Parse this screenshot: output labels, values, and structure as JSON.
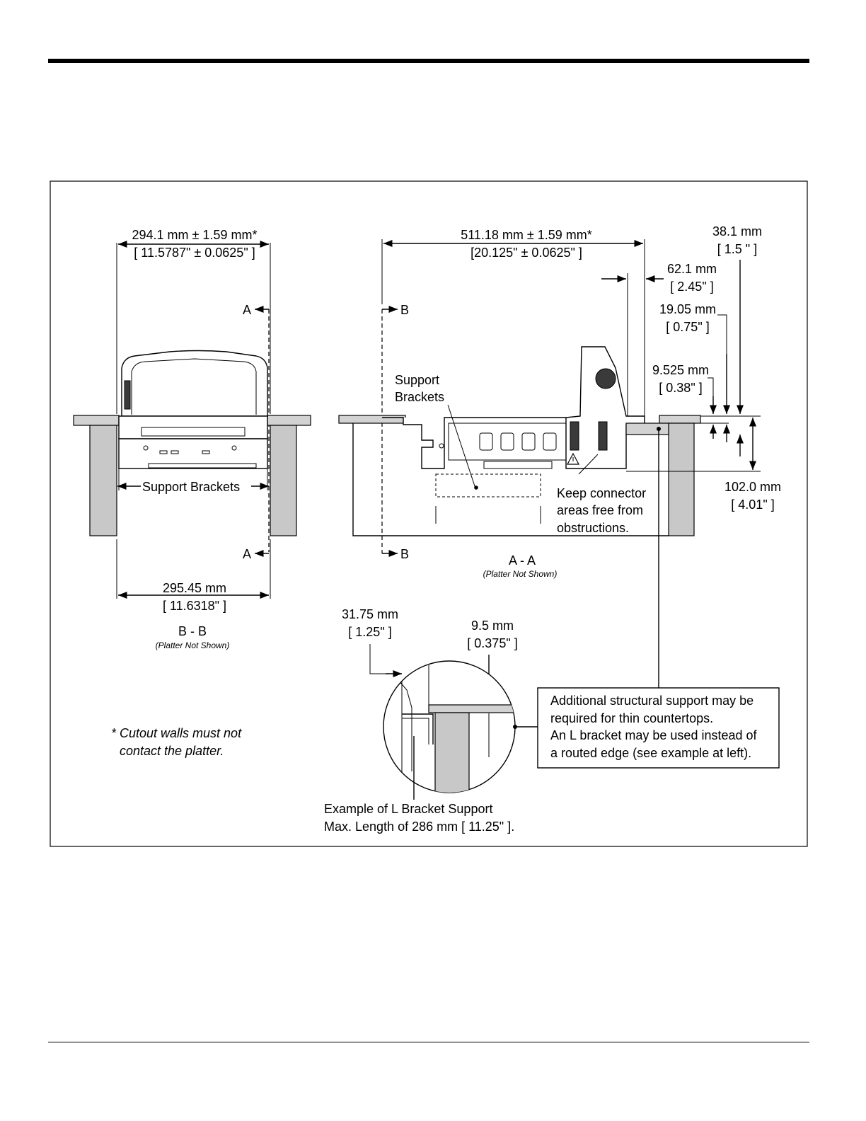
{
  "sectionBB": {
    "top_dim_mm": "294.1 mm ± 1.59 mm*",
    "top_dim_in": "[ 11.5787\" ± 0.0625\" ]",
    "section_mark": "A",
    "support_label": "Support Brackets",
    "bottom_dim_mm": "295.45 mm",
    "bottom_dim_in": "[ 11.6318\" ]",
    "title": "B - B",
    "subtitle": "(Platter Not Shown)"
  },
  "sectionAA": {
    "top_dim_mm": "511.18 mm ± 1.59 mm*",
    "top_dim_in": "[20.125\" ± 0.0625\" ]",
    "section_mark": "B",
    "support_label_1": "Support",
    "support_label_2": "Brackets",
    "keep_1": "Keep connector",
    "keep_2": "areas free from",
    "keep_3": "obstructions.",
    "title": "A - A",
    "subtitle": "(Platter Not Shown)",
    "dim_38_mm": "38.1 mm",
    "dim_38_in": "[ 1.5 \" ]",
    "dim_62_mm": "62.1 mm",
    "dim_62_in": "[ 2.45\" ]",
    "dim_19_mm": "19.05 mm",
    "dim_19_in": "[ 0.75\" ]",
    "dim_9525_mm": "9.525 mm",
    "dim_9525_in": "[ 0.38\" ]",
    "dim_102_mm": "102.0 mm",
    "dim_102_in": "[ 4.01\" ]"
  },
  "detail": {
    "dim_31_mm": "31.75 mm",
    "dim_31_in": "[ 1.25\" ]",
    "dim_95_mm": "9.5 mm",
    "dim_95_in": "[ 0.375\" ]",
    "lbracket_1": "Example of L Bracket Support",
    "lbracket_2": "Max. Length of 286 mm [ 11.25\" ]."
  },
  "note_box": {
    "line_1": "Additional structural support may be",
    "line_2": "required for thin countertops.",
    "line_3": "An L bracket may be used instead of",
    "line_4": "a routed edge (see example at left)."
  },
  "footnote": {
    "star": "*",
    "line_1": "Cutout walls must not",
    "line_2": "contact the platter."
  },
  "icons": [
    "warning-triangle-icon",
    "arrow-icon"
  ]
}
